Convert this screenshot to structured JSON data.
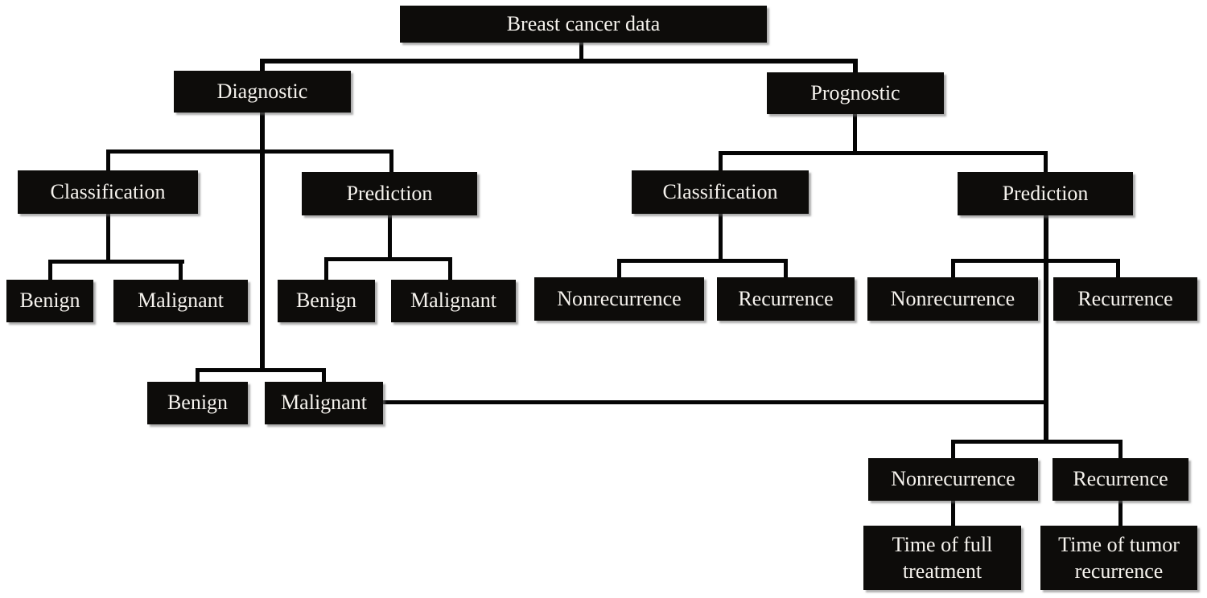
{
  "diagram": {
    "type": "tree",
    "title": "Breast cancer data",
    "nodes": {
      "root": {
        "label": "Breast cancer data"
      },
      "diagnostic": {
        "label": "Diagnostic"
      },
      "prognostic": {
        "label": "Prognostic"
      },
      "diag_classification": {
        "label": "Classification"
      },
      "diag_prediction": {
        "label": "Prediction"
      },
      "prog_classification": {
        "label": "Classification"
      },
      "prog_prediction": {
        "label": "Prediction"
      },
      "diag_class_benign": {
        "label": "Benign"
      },
      "diag_class_malignant": {
        "label": "Malignant"
      },
      "diag_pred_benign": {
        "label": "Benign"
      },
      "diag_pred_malignant": {
        "label": "Malignant"
      },
      "prog_class_nonrecurrence": {
        "label": "Nonrecurrence"
      },
      "prog_class_recurrence": {
        "label": "Recurrence"
      },
      "prog_pred_nonrecurrence": {
        "label": "Nonrecurrence"
      },
      "prog_pred_recurrence": {
        "label": "Recurrence"
      },
      "diag_benign": {
        "label": "Benign"
      },
      "diag_malignant": {
        "label": "Malignant"
      },
      "bottom_nonrecurrence": {
        "label": "Nonrecurrence"
      },
      "bottom_recurrence": {
        "label": "Recurrence"
      },
      "time_full_treatment": {
        "label": "Time of full treatment",
        "lines": [
          "Time of full",
          "treatment"
        ]
      },
      "time_tumor_recurrence": {
        "label": "Time of tumor recurrence",
        "lines": [
          "Time of tumor",
          "recurrence"
        ]
      }
    },
    "edges": [
      {
        "from": "root",
        "to": "diagnostic"
      },
      {
        "from": "root",
        "to": "prognostic"
      },
      {
        "from": "diagnostic",
        "to": "diag_classification"
      },
      {
        "from": "diagnostic",
        "to": "diag_prediction"
      },
      {
        "from": "diagnostic",
        "to": "diag_benign"
      },
      {
        "from": "diagnostic",
        "to": "diag_malignant"
      },
      {
        "from": "diag_classification",
        "to": "diag_class_benign"
      },
      {
        "from": "diag_classification",
        "to": "diag_class_malignant"
      },
      {
        "from": "diag_prediction",
        "to": "diag_pred_benign"
      },
      {
        "from": "diag_prediction",
        "to": "diag_pred_malignant"
      },
      {
        "from": "prognostic",
        "to": "prog_classification"
      },
      {
        "from": "prognostic",
        "to": "prog_prediction"
      },
      {
        "from": "prog_classification",
        "to": "prog_class_nonrecurrence"
      },
      {
        "from": "prog_classification",
        "to": "prog_class_recurrence"
      },
      {
        "from": "prog_prediction",
        "to": "prog_pred_nonrecurrence"
      },
      {
        "from": "prog_prediction",
        "to": "prog_pred_recurrence"
      },
      {
        "from": "prog_prediction",
        "to": "bottom_nonrecurrence"
      },
      {
        "from": "prog_prediction",
        "to": "bottom_recurrence"
      },
      {
        "from": "diag_malignant",
        "to": "bottom_nonrecurrence"
      },
      {
        "from": "diag_malignant",
        "to": "bottom_recurrence"
      },
      {
        "from": "bottom_nonrecurrence",
        "to": "time_full_treatment"
      },
      {
        "from": "bottom_recurrence",
        "to": "time_tumor_recurrence"
      }
    ],
    "colors": {
      "node_background": "#0d0c0a",
      "node_text": "#f6f3ee",
      "connector": "#050505",
      "page_background": "#ffffff"
    }
  }
}
